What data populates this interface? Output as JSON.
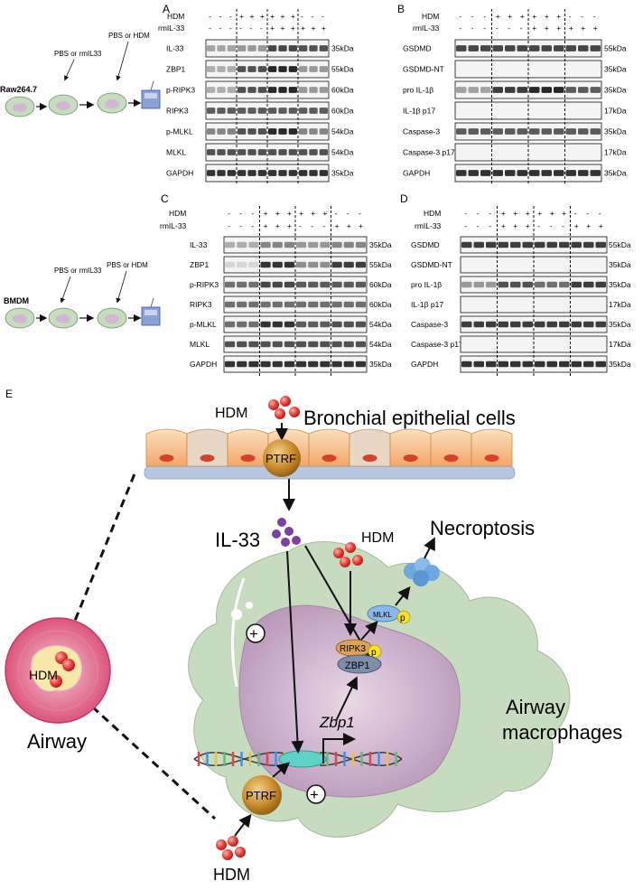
{
  "panel_labels": {
    "a": "A",
    "b": "B",
    "c": "C",
    "d": "D",
    "e": "E"
  },
  "schematic_top": {
    "cell_line": "Raw264.7",
    "step1": "PBS or rmIL33",
    "step2": "PBS or HDM"
  },
  "schematic_mid": {
    "cell_line": "BMDM",
    "step1": "PBS or rmIL33",
    "step2": "PBS or HDM"
  },
  "treat_labels": {
    "hdm": "HDM",
    "il33": "rmIL-33"
  },
  "signs": {
    "hdm": [
      "-",
      "-",
      "-",
      "+",
      "+",
      "+",
      "+",
      "+",
      "+",
      "-",
      "-",
      "-"
    ],
    "il33": [
      "-",
      "-",
      "-",
      "-",
      "-",
      "-",
      "+",
      "+",
      "+",
      "+",
      "+",
      "+"
    ],
    "c_hdm": [
      "-",
      "-",
      "-",
      "+",
      "+",
      "+",
      "+",
      "+",
      "+",
      "-",
      "-",
      "-"
    ],
    "c_il33": [
      "-",
      "-",
      "-",
      "+",
      "+",
      "+",
      "-",
      "-",
      "-",
      "+",
      "+",
      "+"
    ]
  },
  "blots": {
    "a": [
      {
        "name": "IL-33",
        "kda": "35kDa"
      },
      {
        "name": "ZBP1",
        "kda": "55kDa"
      },
      {
        "name": "p-RIPK3",
        "kda": "60kDa"
      },
      {
        "name": "RIPK3",
        "kda": "60kDa"
      },
      {
        "name": "p-MLKL",
        "kda": "54kDa"
      },
      {
        "name": "MLKL",
        "kda": "54kDa"
      },
      {
        "name": "GAPDH",
        "kda": "35kDa"
      }
    ],
    "b": [
      {
        "name": "GSDMD",
        "kda": "55kDa"
      },
      {
        "name": "GSDMD-NT",
        "kda": "35kDa"
      },
      {
        "name": "pro IL-1β",
        "kda": "35kDa"
      },
      {
        "name": "IL-1β p17",
        "kda": "17kDa"
      },
      {
        "name": "Caspase-3",
        "kda": "35kDa"
      },
      {
        "name": "Caspase-3 p17",
        "kda": "17kDa"
      },
      {
        "name": "GAPDH",
        "kda": "35kDa"
      }
    ],
    "c": [
      {
        "name": "IL-33",
        "kda": "35kDa"
      },
      {
        "name": "ZBP1",
        "kda": "55kDa"
      },
      {
        "name": "p-RIPK3",
        "kda": "60kDa"
      },
      {
        "name": "RIPK3",
        "kda": "60kDa"
      },
      {
        "name": "p-MLKL",
        "kda": "54kDa"
      },
      {
        "name": "MLKL",
        "kda": "54kDa"
      },
      {
        "name": "GAPDH",
        "kda": "35kDa"
      }
    ],
    "d": [
      {
        "name": "GSDMD",
        "kda": "55kDa"
      },
      {
        "name": "GSDMD-NT",
        "kda": "35kDa"
      },
      {
        "name": "pro IL-1β",
        "kda": "35kDa"
      },
      {
        "name": "IL-1β p17",
        "kda": "17kDa"
      },
      {
        "name": "Caspase-3",
        "kda": "35kDa"
      },
      {
        "name": "Caspase-3 p17",
        "kda": "17kDa"
      },
      {
        "name": "GAPDH",
        "kda": "35kDa"
      }
    ]
  },
  "band_intensity": {
    "a": [
      [
        0.35,
        0.35,
        0.35,
        0.4,
        0.4,
        0.4,
        0.8,
        0.8,
        0.8,
        0.75,
        0.75,
        0.75
      ],
      [
        0.3,
        0.3,
        0.3,
        0.75,
        0.75,
        0.75,
        0.95,
        0.95,
        0.95,
        0.4,
        0.4,
        0.4
      ],
      [
        0.3,
        0.3,
        0.3,
        0.75,
        0.75,
        0.75,
        0.95,
        0.95,
        0.95,
        0.4,
        0.4,
        0.4
      ],
      [
        0.7,
        0.7,
        0.7,
        0.7,
        0.7,
        0.7,
        0.7,
        0.7,
        0.7,
        0.7,
        0.7,
        0.7
      ],
      [
        0.5,
        0.5,
        0.5,
        0.75,
        0.75,
        0.75,
        0.95,
        0.95,
        0.95,
        0.5,
        0.5,
        0.5
      ],
      [
        0.75,
        0.75,
        0.75,
        0.75,
        0.75,
        0.75,
        0.75,
        0.75,
        0.75,
        0.75,
        0.75,
        0.75
      ],
      [
        0.9,
        0.9,
        0.9,
        0.9,
        0.9,
        0.9,
        0.9,
        0.9,
        0.9,
        0.9,
        0.9,
        0.9
      ]
    ],
    "b": [
      [
        0.8,
        0.8,
        0.8,
        0.8,
        0.8,
        0.8,
        0.8,
        0.8,
        0.8,
        0.8,
        0.8,
        0.8
      ],
      [
        0,
        0,
        0,
        0,
        0,
        0,
        0,
        0,
        0,
        0,
        0,
        0
      ],
      [
        0.35,
        0.35,
        0.35,
        0.85,
        0.85,
        0.85,
        0.95,
        0.95,
        0.95,
        0.7,
        0.7,
        0.7
      ],
      [
        0,
        0,
        0,
        0,
        0,
        0,
        0,
        0,
        0,
        0,
        0,
        0
      ],
      [
        0.7,
        0.7,
        0.7,
        0.7,
        0.7,
        0.7,
        0.7,
        0.7,
        0.7,
        0.7,
        0.7,
        0.7
      ],
      [
        0,
        0,
        0,
        0,
        0,
        0,
        0,
        0,
        0,
        0,
        0,
        0
      ],
      [
        0.9,
        0.9,
        0.9,
        0.9,
        0.9,
        0.9,
        0.9,
        0.9,
        0.9,
        0.9,
        0.9,
        0.9
      ]
    ],
    "c": [
      [
        0.3,
        0.3,
        0.3,
        0.5,
        0.5,
        0.5,
        0.4,
        0.4,
        0.4,
        0.5,
        0.5,
        0.5
      ],
      [
        0.1,
        0.1,
        0.1,
        0.9,
        0.9,
        0.9,
        0.45,
        0.45,
        0.45,
        0.85,
        0.85,
        0.85
      ],
      [
        0.6,
        0.6,
        0.6,
        0.8,
        0.8,
        0.8,
        0.7,
        0.7,
        0.7,
        0.7,
        0.7,
        0.7
      ],
      [
        0.6,
        0.6,
        0.6,
        0.6,
        0.6,
        0.6,
        0.6,
        0.6,
        0.6,
        0.6,
        0.6,
        0.6
      ],
      [
        0.6,
        0.6,
        0.6,
        0.9,
        0.9,
        0.9,
        0.7,
        0.7,
        0.7,
        0.75,
        0.75,
        0.75
      ],
      [
        0.75,
        0.75,
        0.75,
        0.75,
        0.75,
        0.75,
        0.75,
        0.75,
        0.75,
        0.75,
        0.75,
        0.75
      ],
      [
        0.9,
        0.9,
        0.9,
        0.9,
        0.9,
        0.9,
        0.9,
        0.9,
        0.9,
        0.9,
        0.9,
        0.9
      ]
    ],
    "d": [
      [
        0.85,
        0.85,
        0.85,
        0.85,
        0.85,
        0.85,
        0.85,
        0.85,
        0.85,
        0.85,
        0.85,
        0.85
      ],
      [
        0,
        0,
        0,
        0,
        0,
        0,
        0,
        0,
        0,
        0,
        0,
        0
      ],
      [
        0.4,
        0.4,
        0.4,
        0.75,
        0.75,
        0.75,
        0.6,
        0.6,
        0.6,
        0.85,
        0.85,
        0.85
      ],
      [
        0,
        0,
        0,
        0,
        0,
        0,
        0,
        0,
        0,
        0,
        0,
        0
      ],
      [
        0.85,
        0.85,
        0.85,
        0.85,
        0.85,
        0.85,
        0.85,
        0.85,
        0.85,
        0.85,
        0.85,
        0.85
      ],
      [
        0,
        0,
        0,
        0,
        0,
        0,
        0,
        0,
        0,
        0,
        0,
        0
      ],
      [
        0.9,
        0.9,
        0.9,
        0.9,
        0.9,
        0.9,
        0.9,
        0.9,
        0.9,
        0.9,
        0.9,
        0.9
      ]
    ]
  },
  "pathway": {
    "hdm_top": "HDM",
    "bronchial": "Bronchial epithelial cells",
    "ptrf_top": "PTRF",
    "il33": "IL-33",
    "hdm_mid": "HDM",
    "necroptosis": "Necroptosis",
    "mlkl": "MLKL",
    "p1": "p",
    "ripk3": "RIPK3",
    "p2": "p",
    "zbp1": "ZBP1",
    "zbp1_gene": "Zbp1",
    "airway_mac_1": "Airway",
    "airway_mac_2": "macrophages",
    "airway_hdm": "HDM",
    "airway": "Airway",
    "ptrf_bottom": "PTRF",
    "hdm_bottom": "HDM",
    "plus1": "+",
    "plus2": "+"
  },
  "colors": {
    "macrophage": "#c7dcbf",
    "nucleus": "#cdb5cc",
    "epithelium": "#f6b982",
    "ptrf": "#c98a2c",
    "hdm": "#e23a3a",
    "il33": "#7b3fa8",
    "necroptosis": "#6fa7df"
  }
}
